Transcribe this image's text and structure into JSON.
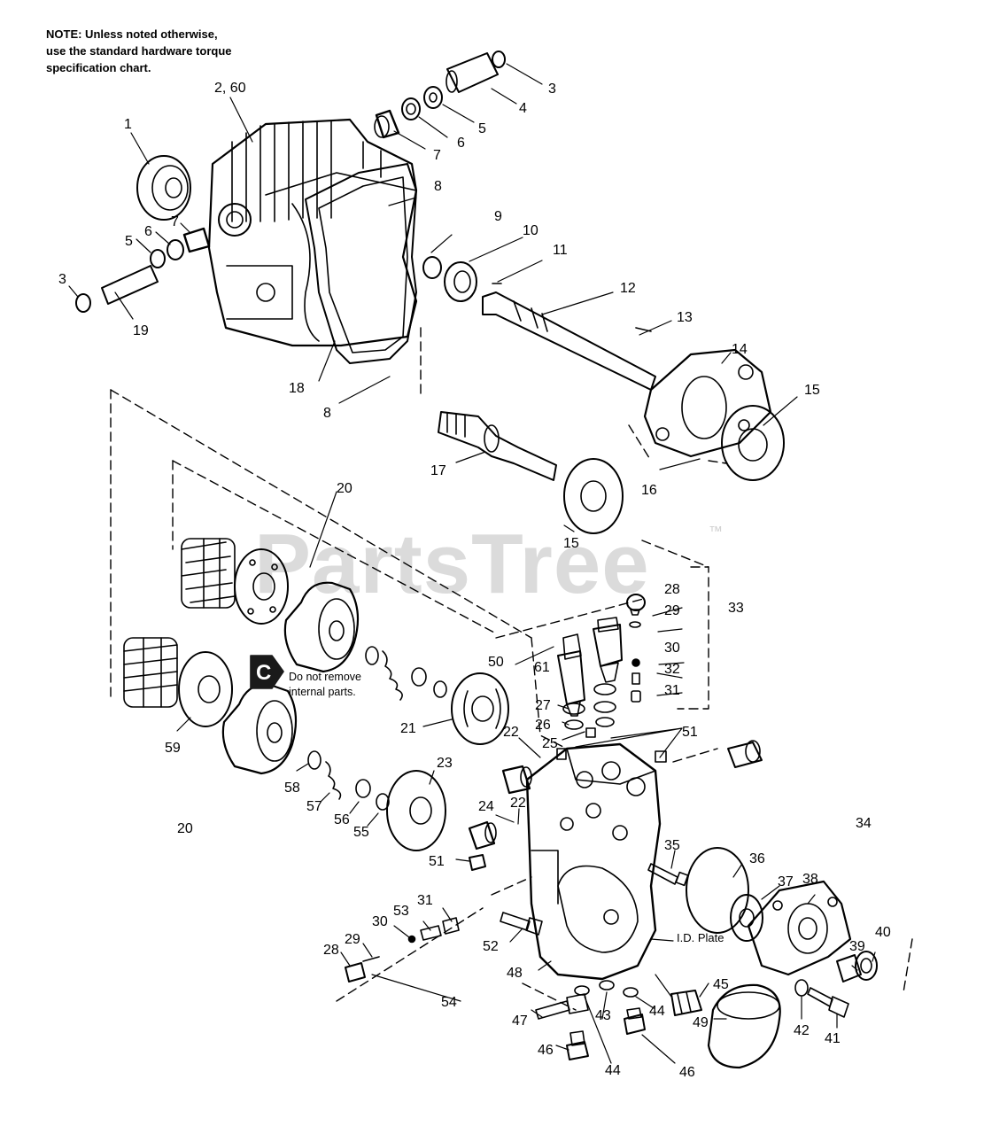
{
  "note": {
    "line1": "NOTE: Unless noted otherwise,",
    "line2": "use the standard hardware torque",
    "line3": "specification chart."
  },
  "watermark": {
    "text": "PartsTree",
    "trademark": "™"
  },
  "callout": {
    "badge_letter": "C",
    "line1": "Do not remove",
    "line2": "internal parts."
  },
  "plate_label": "I.D. Plate",
  "colors": {
    "line": "#000000",
    "watermark": "#cfcfcf",
    "badge": "#1a1a1a",
    "background": "#ffffff"
  },
  "part_labels": [
    {
      "id": "lbl-3a",
      "text": "3"
    },
    {
      "id": "lbl-4",
      "text": "4"
    },
    {
      "id": "lbl-5a",
      "text": "5"
    },
    {
      "id": "lbl-6a",
      "text": "6"
    },
    {
      "id": "lbl-7a",
      "text": "7"
    },
    {
      "id": "lbl-2-60",
      "text": "2, 60"
    },
    {
      "id": "lbl-1",
      "text": "1"
    },
    {
      "id": "lbl-8a",
      "text": "8"
    },
    {
      "id": "lbl-7b",
      "text": "7"
    },
    {
      "id": "lbl-6b",
      "text": "6"
    },
    {
      "id": "lbl-5b",
      "text": "5"
    },
    {
      "id": "lbl-3b",
      "text": "3"
    },
    {
      "id": "lbl-19",
      "text": "19"
    },
    {
      "id": "lbl-9",
      "text": "9"
    },
    {
      "id": "lbl-10",
      "text": "10"
    },
    {
      "id": "lbl-11",
      "text": "11"
    },
    {
      "id": "lbl-12",
      "text": "12"
    },
    {
      "id": "lbl-13",
      "text": "13"
    },
    {
      "id": "lbl-14",
      "text": "14"
    },
    {
      "id": "lbl-15a",
      "text": "15"
    },
    {
      "id": "lbl-18",
      "text": "18"
    },
    {
      "id": "lbl-8b",
      "text": "8"
    },
    {
      "id": "lbl-16",
      "text": "16"
    },
    {
      "id": "lbl-17",
      "text": "17"
    },
    {
      "id": "lbl-15b",
      "text": "15"
    },
    {
      "id": "lbl-20a",
      "text": "20"
    },
    {
      "id": "lbl-28a",
      "text": "28"
    },
    {
      "id": "lbl-29a",
      "text": "29"
    },
    {
      "id": "lbl-33",
      "text": "33"
    },
    {
      "id": "lbl-30a",
      "text": "30"
    },
    {
      "id": "lbl-32",
      "text": "32"
    },
    {
      "id": "lbl-31a",
      "text": "31"
    },
    {
      "id": "lbl-50",
      "text": "50"
    },
    {
      "id": "lbl-61",
      "text": "61"
    },
    {
      "id": "lbl-27",
      "text": "27"
    },
    {
      "id": "lbl-26",
      "text": "26"
    },
    {
      "id": "lbl-25",
      "text": "25"
    },
    {
      "id": "lbl-51a",
      "text": "51"
    },
    {
      "id": "lbl-21",
      "text": "21"
    },
    {
      "id": "lbl-22a",
      "text": "22"
    },
    {
      "id": "lbl-59",
      "text": "59"
    },
    {
      "id": "lbl-58",
      "text": "58"
    },
    {
      "id": "lbl-57",
      "text": "57"
    },
    {
      "id": "lbl-56",
      "text": "56"
    },
    {
      "id": "lbl-55",
      "text": "55"
    },
    {
      "id": "lbl-23",
      "text": "23"
    },
    {
      "id": "lbl-24",
      "text": "24"
    },
    {
      "id": "lbl-22b",
      "text": "22"
    },
    {
      "id": "lbl-20b",
      "text": "20"
    },
    {
      "id": "lbl-34",
      "text": "34"
    },
    {
      "id": "lbl-35",
      "text": "35"
    },
    {
      "id": "lbl-36",
      "text": "36"
    },
    {
      "id": "lbl-37",
      "text": "37"
    },
    {
      "id": "lbl-38",
      "text": "38"
    },
    {
      "id": "lbl-51b",
      "text": "51"
    },
    {
      "id": "lbl-31b",
      "text": "31"
    },
    {
      "id": "lbl-30b",
      "text": "30"
    },
    {
      "id": "lbl-53",
      "text": "53"
    },
    {
      "id": "lbl-52",
      "text": "52"
    },
    {
      "id": "lbl-29b",
      "text": "29"
    },
    {
      "id": "lbl-28b",
      "text": "28"
    },
    {
      "id": "lbl-39",
      "text": "39"
    },
    {
      "id": "lbl-40",
      "text": "40"
    },
    {
      "id": "lbl-48",
      "text": "48"
    },
    {
      "id": "lbl-45",
      "text": "45"
    },
    {
      "id": "lbl-54",
      "text": "54"
    },
    {
      "id": "lbl-47",
      "text": "47"
    },
    {
      "id": "lbl-43",
      "text": "43"
    },
    {
      "id": "lbl-44a",
      "text": "44"
    },
    {
      "id": "lbl-49",
      "text": "49"
    },
    {
      "id": "lbl-42",
      "text": "42"
    },
    {
      "id": "lbl-41",
      "text": "41"
    },
    {
      "id": "lbl-46a",
      "text": "46"
    },
    {
      "id": "lbl-44b",
      "text": "44"
    },
    {
      "id": "lbl-46b",
      "text": "46"
    }
  ]
}
